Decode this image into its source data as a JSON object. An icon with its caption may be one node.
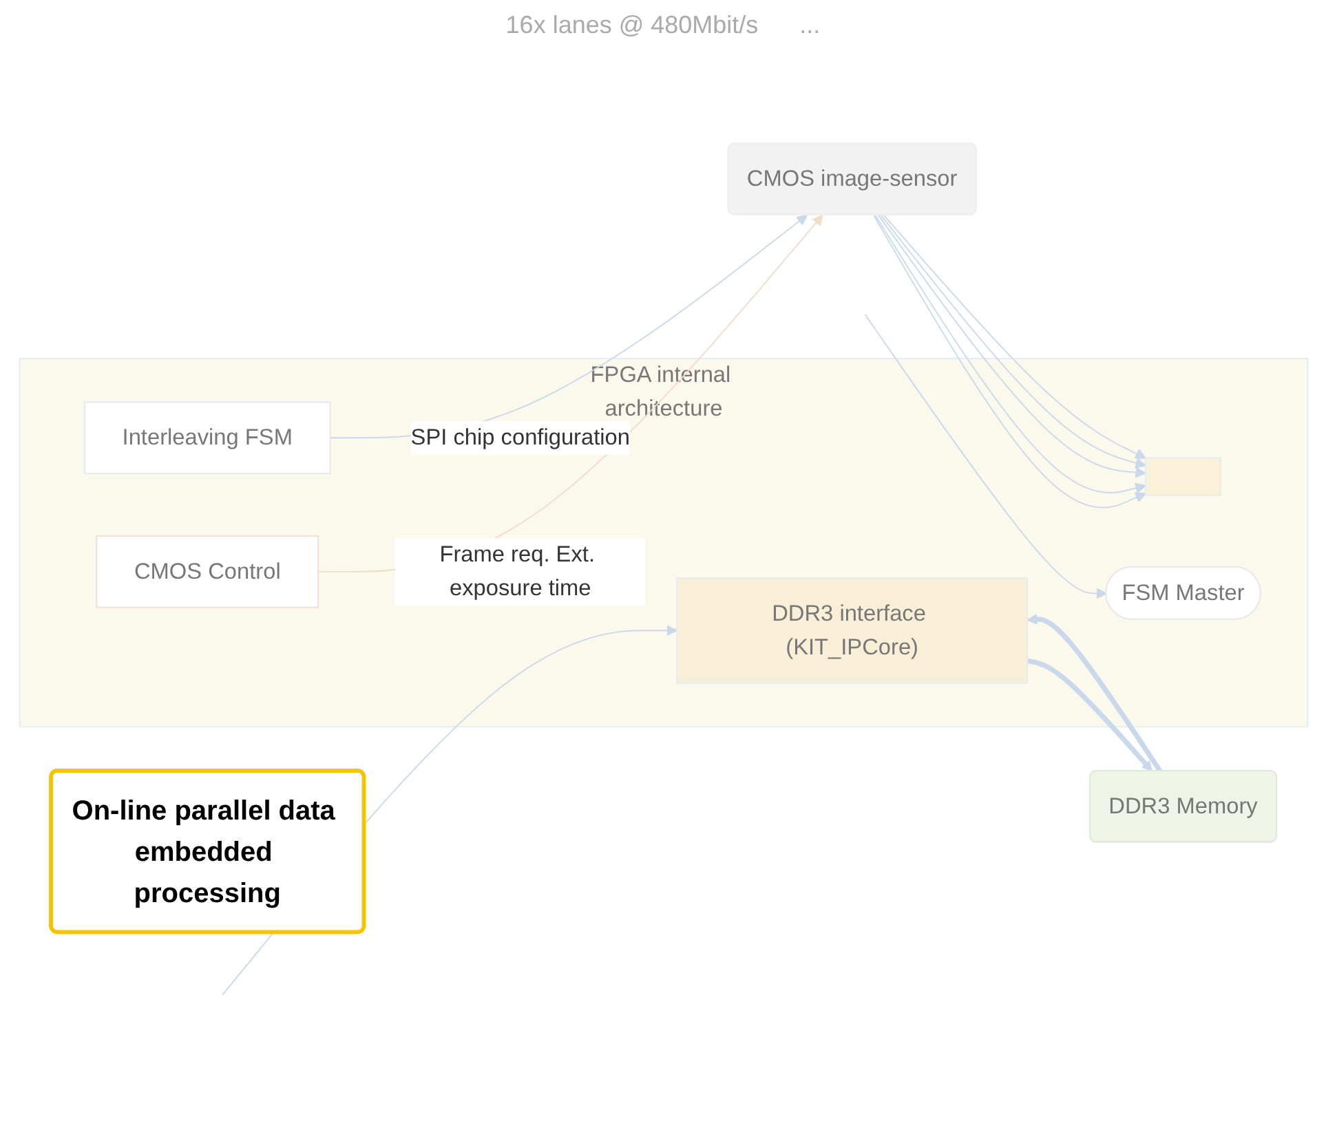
{
  "diagram": {
    "nodes": [
      {
        "text": [
          "FPGA internal architecture"
        ]
      },
      {
        "text": [
          "CMOS image-sensor"
        ]
      },
      {
        "text": [],
        "shape": "box",
        "in": 0
      },
      {
        "text": [
          "FSM Master"
        ],
        "in": 0
      },
      {
        "text": [
          "CMOS Control"
        ],
        "in": 0
      },
      {
        "text": [
          "Interleaving FSM"
        ],
        "in": 0
      },
      {
        "text": [
          "DDR3 interface (KIT_IPCore)"
        ],
        "in": 0
      },
      {
        "text": [
          "DDR3 Memory"
        ]
      },
      {
        "text": [
          "On-line parallel data embedded processing"
        ]
      }
    ],
    "edges": [
      {
        "from": 1,
        "to": 2,
        "arrow": "to"
      },
      {
        "from": 1,
        "to": 2,
        "arrow": "to"
      },
      {
        "from": 1,
        "to": 2,
        "arrow": "to"
      },
      {
        "from": 1,
        "to": 2,
        "arrow": "to"
      },
      {
        "from": 1,
        "to": 2,
        "arrow": "to"
      },
      {
        "from": 4,
        "to": 1,
        "arrow": "to",
        "label": "Frame req. Ext. exposure time",
        "color": "#f2dcc8"
      },
      {
        "from": 5,
        "to": 1,
        "arrow": "to",
        "label": "SPI chip configuration"
      },
      {
        "from": null,
        "to": 3,
        "arrow": "to"
      },
      {
        "from": null,
        "to": 6,
        "arrow": "to"
      },
      {
        "from": 6,
        "to": 7,
        "arrow": "to",
        "style": "thick"
      },
      {
        "from": 7,
        "to": 6,
        "arrow": "to",
        "style": "thick"
      }
    ],
    "labels": [
      "16x lanes @ 480Mbit/s",
      "..."
    ]
  }
}
